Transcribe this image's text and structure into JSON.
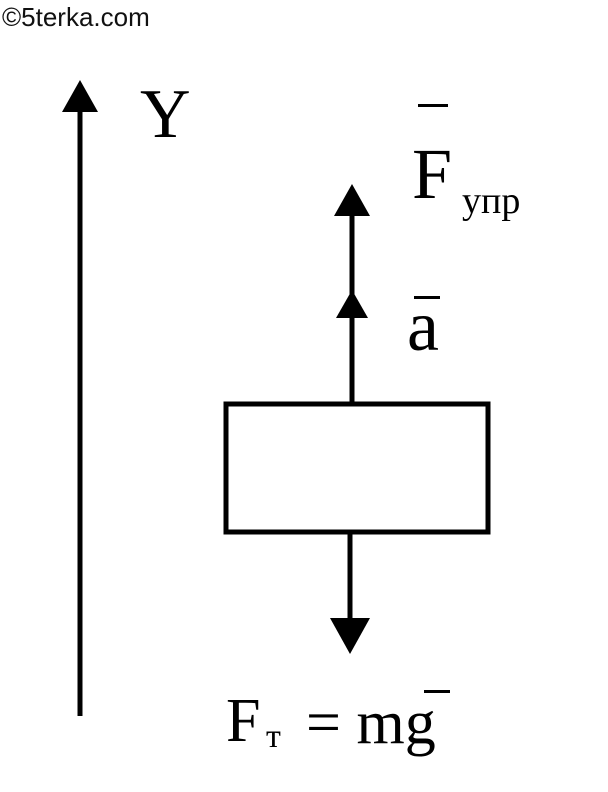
{
  "watermark": "©5terka.com",
  "labels": {
    "axis": "Y",
    "elastic_force_symbol": "F",
    "elastic_force_subscript": "упр",
    "acceleration": "a",
    "gravity_symbol": "F",
    "gravity_subscript": "т",
    "gravity_equation": "= mg"
  },
  "icons": {
    "axis_arrow": "up-arrow-icon",
    "elastic_force_arrow": "up-arrow-icon",
    "acceleration_arrow": "up-arrow-icon",
    "gravity_arrow": "down-arrow-icon"
  },
  "colors": {
    "ink": "#000000",
    "background": "#ffffff"
  }
}
